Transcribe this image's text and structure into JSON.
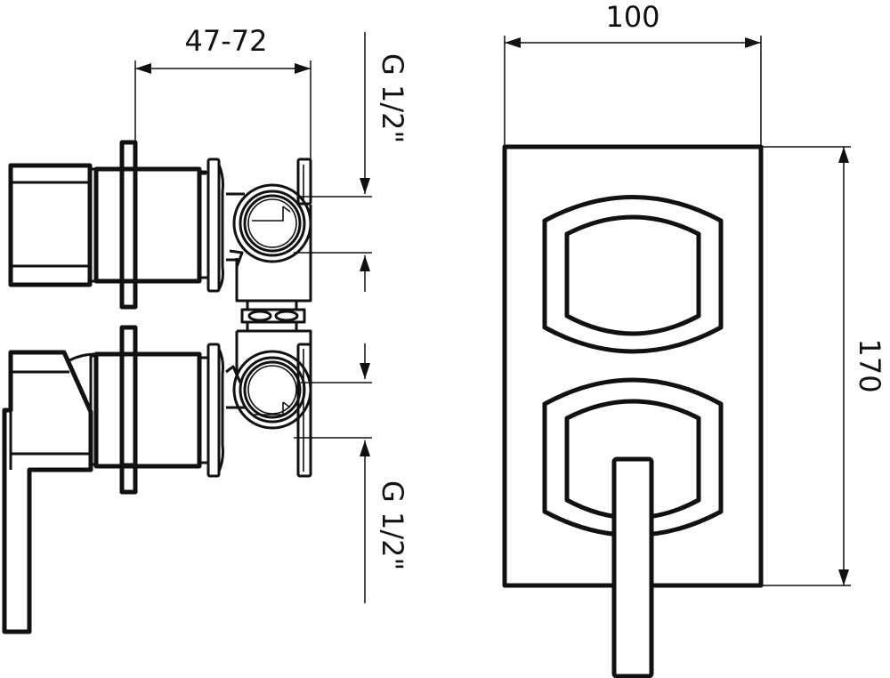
{
  "drawing": {
    "title": "Concealed two-handle shower valve dimension drawing",
    "line_color": "#111111",
    "background": "#ffffff",
    "units": "mm"
  },
  "dimensions": {
    "depth_range": "47-72",
    "width": "100",
    "height": "170",
    "upper_connection": "G 1/2\"",
    "lower_connection": "G 1/2\""
  },
  "views": {
    "side_view": {
      "components": [
        "upper-knob",
        "upper-flange",
        "upper-valve-body",
        "coupling-nut",
        "lower-lever-handle",
        "lower-flange",
        "lower-valve-body"
      ]
    },
    "front_view": {
      "components": [
        "cover-plate",
        "upper-control-escutcheon",
        "lower-control-escutcheon",
        "lever-handle"
      ]
    }
  }
}
